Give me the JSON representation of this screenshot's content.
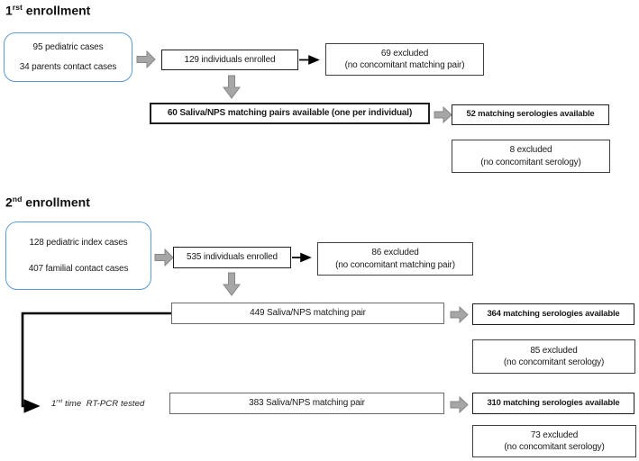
{
  "colors": {
    "box_border": "#404040",
    "box_border_strong": "#1f1f1f",
    "box_border_gray": "#6a6a6a",
    "rounded_border": "#5b9bd5",
    "arrow_fill": "#a6a6a6",
    "arrow_edge": "#878787",
    "connector": "#000000",
    "text": "#1a1a1a"
  },
  "section1": {
    "heading": {
      "base": "1",
      "sup": "rst",
      "rest": " enrollment"
    },
    "source_box": {
      "lines": [
        "95 pediatric cases",
        "34 parents contact cases"
      ]
    },
    "enrolled_box": "129 individuals enrolled",
    "excluded_pair_box": {
      "lines": [
        "69 excluded",
        "(no concomitant matching pair)"
      ]
    },
    "pairs_box": "60 Saliva/NPS matching pairs available (one per individual)",
    "serologies_box": "52 matching serologies available",
    "excluded_serology_box": {
      "lines": [
        "8 excluded",
        "(no concomitant serology)"
      ]
    }
  },
  "section2": {
    "heading": {
      "base": "2",
      "sup": "nd",
      "rest": " enrollment"
    },
    "source_box": {
      "lines": [
        "128 pediatric index cases",
        "407 familial contact cases"
      ]
    },
    "enrolled_box": "535 individuals enrolled",
    "excluded_pair_box": {
      "lines": [
        "86 excluded",
        "(no concomitant matching pair)"
      ]
    },
    "pairs_box": "449 Saliva/NPS matching pair",
    "serologies_box": "364 matching serologies available",
    "excluded_serology_box": {
      "lines": [
        "85 excluded",
        "(no concomitant serology)"
      ]
    },
    "rtpcr_label": {
      "base": "1",
      "sup": "rst",
      "rest": " time  RT-PCR tested"
    },
    "rtpcr_pairs_box": "383 Saliva/NPS matching pair",
    "rtpcr_serologies_box": "310 matching serologies available",
    "rtpcr_excluded_box": {
      "lines": [
        "73 excluded",
        "(no concomitant serology)"
      ]
    }
  }
}
